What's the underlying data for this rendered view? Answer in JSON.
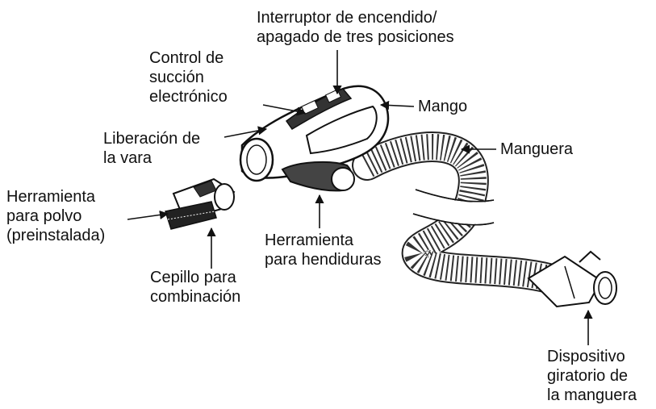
{
  "labels": {
    "switch": [
      "Interruptor de encendido/",
      "apagado de tres posiciones"
    ],
    "suction": [
      "Control de",
      "succión",
      "electrónico"
    ],
    "release": [
      "Liberación de",
      "la vara"
    ],
    "handle": [
      "Mango"
    ],
    "hose": [
      "Manguera"
    ],
    "dust_tool": [
      "Herramienta",
      "para polvo",
      "(preinstalada)"
    ],
    "crevice_tool": [
      "Herramienta",
      "para hendiduras"
    ],
    "combo_brush": [
      "Cepillo para",
      "combinación"
    ],
    "swivel": [
      "Dispositivo",
      "giratorio de",
      "la manguera"
    ]
  }
}
